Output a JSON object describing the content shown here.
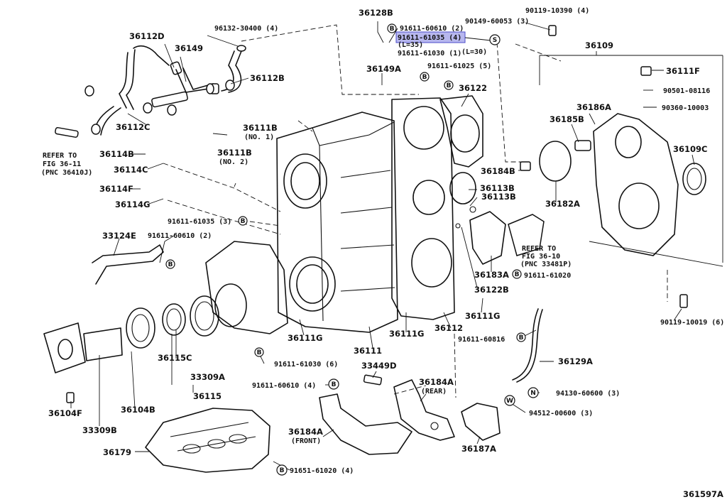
{
  "labels": {
    "l36128B": "36128B",
    "l91611_60610_2_top": "91611-60610 (2)",
    "l91611_61035_4": "91611-61035 (4)",
    "lL35": "(L=35)",
    "l91611_61030_1": "91611-61030 (1)",
    "lL30": "(L=30)",
    "l91611_61025_5": "91611-61025 (5)",
    "l90149_60053_3": "90149-60053 (3)",
    "l90119_10390_4": "90119-10390 (4)",
    "l96132_30400_4": "96132-30400 (4)",
    "l36112D": "36112D",
    "l36149": "36149",
    "l36112B": "36112B",
    "l36112C": "36112C",
    "l36149A": "36149A",
    "l36122": "36122",
    "l36109": "36109",
    "l36111F": "36111F",
    "l90501_08116": "90501-08116",
    "l90360_10003": "90360-10003",
    "l36186A": "36186A",
    "l36185B": "36185B",
    "l36109C": "36109C",
    "lRefer1a": "REFER TO",
    "lRefer1b": "FIG 36-11",
    "lRefer1c": "(PNC 36410J)",
    "l36111B_1": "36111B",
    "lNo1": "(NO. 1)",
    "l36111B_2": "36111B",
    "lNo2": "(NO. 2)",
    "l36114B": "36114B",
    "l36114C": "36114C",
    "l36114F": "36114F",
    "l36114G": "36114G",
    "l91611_61035_3": "91611-61035 (3)",
    "l36184B": "36184B",
    "l36113B_a": "36113B",
    "l36113B_b": "36113B",
    "l36182A": "36182A",
    "lRefer2a": "REFER TO",
    "lRefer2b": "FIG 36-10",
    "lRefer2c": "(PNC 33481P)",
    "l33124E": "33124E",
    "l91611_60610_2_left": "91611-60610 (2)",
    "l36183A": "36183A",
    "l91611_61020": "91611-61020",
    "l36122B": "36122B",
    "l36111G_r": "36111G",
    "l36112": "36112",
    "l36111G_m": "36111G",
    "l36111G_l": "36111G",
    "l36111": "36111",
    "l91611_60816": "91611-60816",
    "l36129A": "36129A",
    "l90119_10019_6": "90119-10019 (6)",
    "l36115C": "36115C",
    "l33309A": "33309A",
    "l36115": "36115",
    "l91611_61030_6": "91611-61030 (6)",
    "l33449D": "33449D",
    "l91611_60610_4": "91611-60610 (4)",
    "l36184A_rear": "36184A",
    "lRear": "(REAR)",
    "l94130_60600_3": "94130-60600 (3)",
    "l94512_00600_3": "94512-00600 (3)",
    "l36104F": "36104F",
    "l36104B": "36104B",
    "l33309B": "33309B",
    "l36184A_front": "36184A",
    "lFront": "(FRONT)",
    "l36187A": "36187A",
    "l36179": "36179",
    "l91651_61020_4": "91651-61020 (4)",
    "lFigNo": "361597A"
  },
  "symbols": {
    "bolt": "B",
    "stud": "S",
    "washer": "W",
    "nut": "N"
  },
  "colors": {
    "line": "#111111",
    "highlight_fill": "#b7b7ee",
    "highlight_stroke": "#4b4bc9",
    "background": "#ffffff"
  }
}
